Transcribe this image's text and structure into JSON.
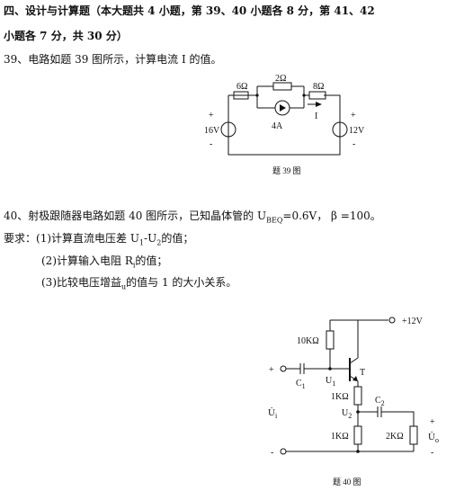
{
  "section": {
    "heading_1": "四、设计与计算题（本大题共 4 小题，第 39、40 小题各 8 分，第 41、42",
    "heading_2": "小题各 7 分，共 30 分）"
  },
  "q39": {
    "text": "39、电路如题 39 图所示，计算电流 I 的值。",
    "fig": {
      "r1": "6Ω",
      "r2": "2Ω",
      "r3": "8Ω",
      "source_left": "16V",
      "source_right": "12V",
      "current_source": "4A",
      "current": "I",
      "plus": "+",
      "minus": "-",
      "caption": "题 39 图"
    }
  },
  "q40": {
    "text_a": "40、射极跟随器电路如题 40 图所示，已知晶体管的 U",
    "ube_sub": "BEQ",
    "text_b": "=0.6V，  β =100。",
    "req_label": "要求：",
    "item1_a": "(1)计算直流电压差 U",
    "item1_s1": "1",
    "item1_b": "-U",
    "item1_s2": "2",
    "item1_c": "的值；",
    "item2_a": "(2)计算输入电阻 R",
    "item2_s": "i",
    "item2_b": "的值；",
    "item3_a": "(3)比较电压增益",
    "item3_s": "u",
    "item3_b": "的值与 1 的大小关系。",
    "fig": {
      "vcc": "+12V",
      "rb": "10KΩ",
      "re1": "1KΩ",
      "re2": "1KΩ",
      "rl": "2KΩ",
      "c1": "C",
      "c1_sub": "1",
      "c2": "C",
      "c2_sub": "2",
      "t": "T",
      "u1": "U",
      "u1_sub": "1",
      "u2": "U",
      "u2_sub": "2",
      "ui": "U̇",
      "ui_sub": "i",
      "uo": "U̇",
      "uo_sub": "o",
      "plus": "+",
      "minus": "-",
      "caption": "题 40 图"
    }
  }
}
